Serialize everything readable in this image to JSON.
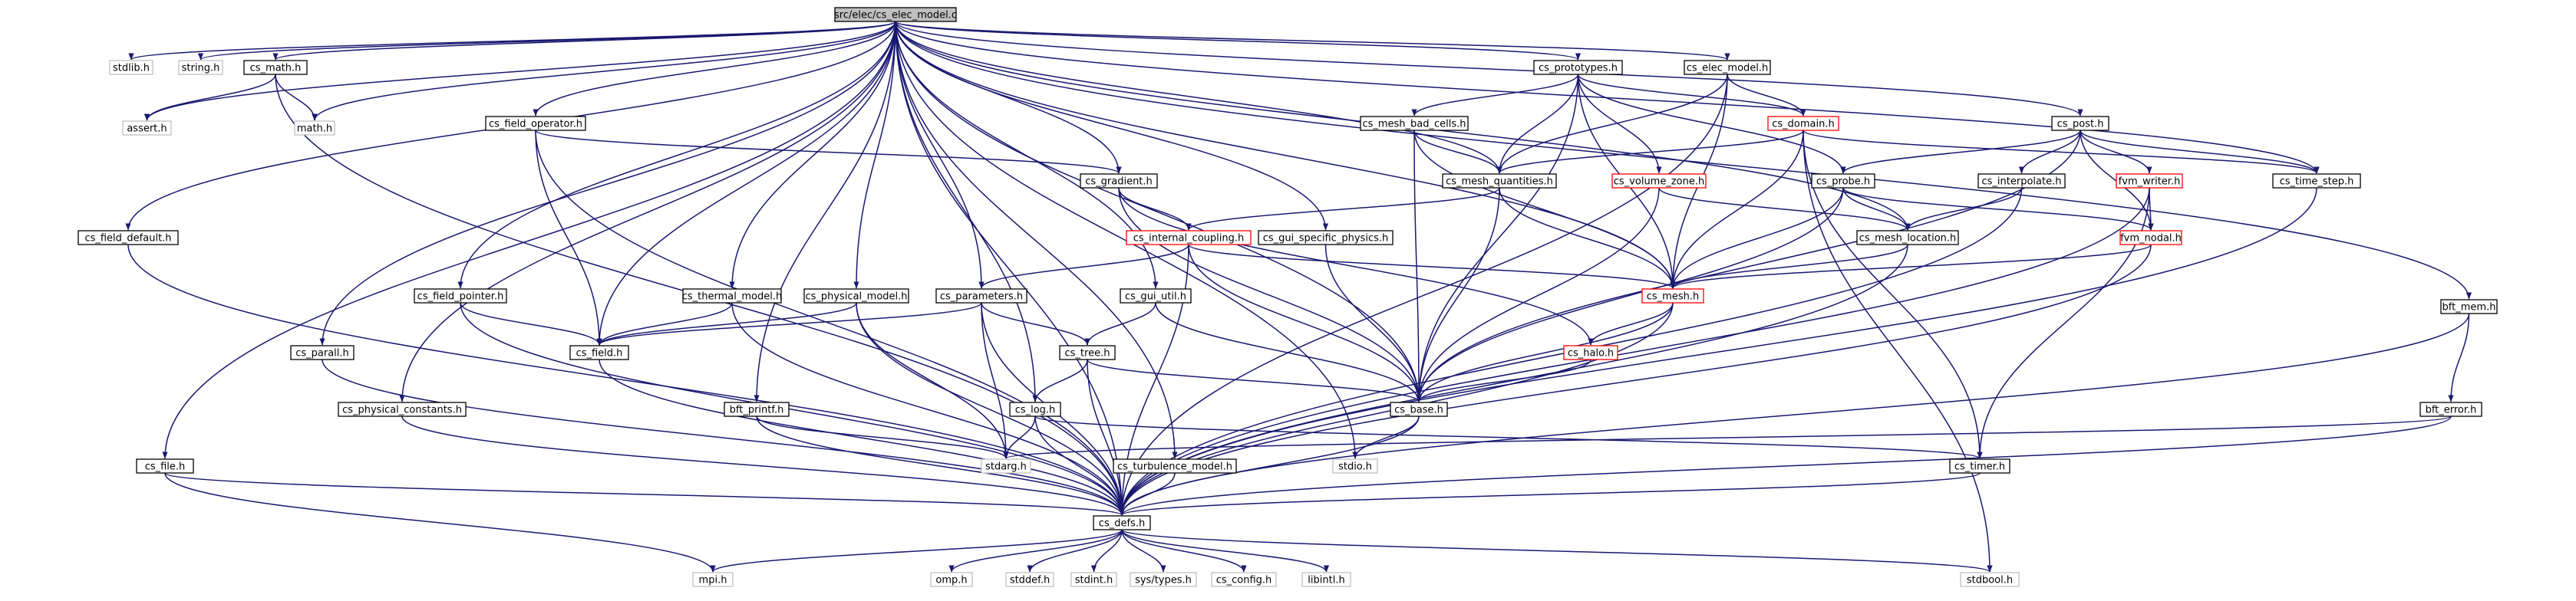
{
  "diagram": {
    "kind": "include-dependency-graph",
    "edge_color": "#191970",
    "node_border_colors": {
      "normal": "#000000",
      "truncated": "#ff0000",
      "external": "#bfbfbf"
    },
    "root_fill": "#bfbfbf",
    "nodes": [
      {
        "id": "root",
        "label": "src/elec/cs_elec_model.c",
        "style": "root"
      },
      {
        "id": "stdlib",
        "label": "stdlib.h",
        "style": "external"
      },
      {
        "id": "string",
        "label": "string.h",
        "style": "external"
      },
      {
        "id": "cs_math",
        "label": "cs_math.h",
        "style": "normal"
      },
      {
        "id": "assert",
        "label": "assert.h",
        "style": "external"
      },
      {
        "id": "math",
        "label": "math.h",
        "style": "external"
      },
      {
        "id": "cs_field_operator",
        "label": "cs_field_operator.h",
        "style": "normal"
      },
      {
        "id": "cs_prototypes",
        "label": "cs_prototypes.h",
        "style": "normal"
      },
      {
        "id": "cs_elec_model",
        "label": "cs_elec_model.h",
        "style": "normal"
      },
      {
        "id": "cs_mesh_bad_cells",
        "label": "cs_mesh_bad_cells.h",
        "style": "normal"
      },
      {
        "id": "cs_domain",
        "label": "cs_domain.h",
        "style": "truncated"
      },
      {
        "id": "cs_post",
        "label": "cs_post.h",
        "style": "normal"
      },
      {
        "id": "cs_gradient",
        "label": "cs_gradient.h",
        "style": "normal"
      },
      {
        "id": "cs_mesh_quantities",
        "label": "cs_mesh_quantities.h",
        "style": "normal"
      },
      {
        "id": "cs_volume_zone",
        "label": "cs_volume_zone.h",
        "style": "truncated"
      },
      {
        "id": "cs_probe",
        "label": "cs_probe.h",
        "style": "normal"
      },
      {
        "id": "cs_interpolate",
        "label": "cs_interpolate.h",
        "style": "normal"
      },
      {
        "id": "fvm_writer",
        "label": "fvm_writer.h",
        "style": "truncated"
      },
      {
        "id": "cs_time_step",
        "label": "cs_time_step.h",
        "style": "normal"
      },
      {
        "id": "cs_field_default",
        "label": "cs_field_default.h",
        "style": "normal"
      },
      {
        "id": "cs_internal_coupling",
        "label": "cs_internal_coupling.h",
        "style": "truncated"
      },
      {
        "id": "cs_gui_specific_physics",
        "label": "cs_gui_specific_physics.h",
        "style": "normal"
      },
      {
        "id": "cs_mesh_location",
        "label": "cs_mesh_location.h",
        "style": "normal"
      },
      {
        "id": "fvm_nodal",
        "label": "fvm_nodal.h",
        "style": "truncated"
      },
      {
        "id": "cs_field_pointer",
        "label": "cs_field_pointer.h",
        "style": "normal"
      },
      {
        "id": "cs_thermal_model",
        "label": "cs_thermal_model.h",
        "style": "normal"
      },
      {
        "id": "cs_physical_model",
        "label": "cs_physical_model.h",
        "style": "normal"
      },
      {
        "id": "cs_parameters",
        "label": "cs_parameters.h",
        "style": "normal"
      },
      {
        "id": "cs_gui_util",
        "label": "cs_gui_util.h",
        "style": "normal"
      },
      {
        "id": "cs_mesh",
        "label": "cs_mesh.h",
        "style": "truncated"
      },
      {
        "id": "bft_mem",
        "label": "bft_mem.h",
        "style": "normal"
      },
      {
        "id": "cs_parall",
        "label": "cs_parall.h",
        "style": "normal"
      },
      {
        "id": "cs_field",
        "label": "cs_field.h",
        "style": "normal"
      },
      {
        "id": "cs_tree",
        "label": "cs_tree.h",
        "style": "normal"
      },
      {
        "id": "cs_halo",
        "label": "cs_halo.h",
        "style": "truncated"
      },
      {
        "id": "cs_physical_constants",
        "label": "cs_physical_constants.h",
        "style": "normal"
      },
      {
        "id": "bft_printf",
        "label": "bft_printf.h",
        "style": "normal"
      },
      {
        "id": "cs_log",
        "label": "cs_log.h",
        "style": "normal"
      },
      {
        "id": "cs_base",
        "label": "cs_base.h",
        "style": "normal"
      },
      {
        "id": "bft_error",
        "label": "bft_error.h",
        "style": "normal"
      },
      {
        "id": "stdarg",
        "label": "stdarg.h",
        "style": "external"
      },
      {
        "id": "stdio",
        "label": "stdio.h",
        "style": "external"
      },
      {
        "id": "cs_file",
        "label": "cs_file.h",
        "style": "normal"
      },
      {
        "id": "cs_turbulence_model",
        "label": "cs_turbulence_model.h",
        "style": "normal"
      },
      {
        "id": "cs_timer",
        "label": "cs_timer.h",
        "style": "normal"
      },
      {
        "id": "cs_defs",
        "label": "cs_defs.h",
        "style": "normal"
      },
      {
        "id": "mpi",
        "label": "mpi.h",
        "style": "external"
      },
      {
        "id": "omp",
        "label": "omp.h",
        "style": "external"
      },
      {
        "id": "stddef",
        "label": "stddef.h",
        "style": "external"
      },
      {
        "id": "stdint",
        "label": "stdint.h",
        "style": "external"
      },
      {
        "id": "sys_types",
        "label": "sys/types.h",
        "style": "external"
      },
      {
        "id": "cs_config",
        "label": "cs_config.h",
        "style": "external"
      },
      {
        "id": "libintl",
        "label": "libintl.h",
        "style": "external"
      },
      {
        "id": "stdbool",
        "label": "stdbool.h",
        "style": "external"
      }
    ],
    "edges": [
      [
        "root",
        "stdlib"
      ],
      [
        "root",
        "string"
      ],
      [
        "root",
        "cs_math"
      ],
      [
        "root",
        "assert"
      ],
      [
        "root",
        "math"
      ],
      [
        "root",
        "cs_field_operator"
      ],
      [
        "root",
        "cs_prototypes"
      ],
      [
        "root",
        "cs_elec_model"
      ],
      [
        "root",
        "cs_post"
      ],
      [
        "root",
        "cs_gradient"
      ],
      [
        "root",
        "cs_mesh_quantities"
      ],
      [
        "root",
        "cs_time_step"
      ],
      [
        "root",
        "cs_field_default"
      ],
      [
        "root",
        "cs_gui_specific_physics"
      ],
      [
        "root",
        "cs_mesh_location"
      ],
      [
        "root",
        "cs_field_pointer"
      ],
      [
        "root",
        "cs_thermal_model"
      ],
      [
        "root",
        "cs_physical_model"
      ],
      [
        "root",
        "cs_parameters"
      ],
      [
        "root",
        "cs_gui_util"
      ],
      [
        "root",
        "cs_mesh"
      ],
      [
        "root",
        "bft_mem"
      ],
      [
        "root",
        "cs_parall"
      ],
      [
        "root",
        "cs_field"
      ],
      [
        "root",
        "cs_physical_constants"
      ],
      [
        "root",
        "bft_printf"
      ],
      [
        "root",
        "cs_log"
      ],
      [
        "root",
        "cs_base"
      ],
      [
        "root",
        "stdio"
      ],
      [
        "root",
        "cs_file"
      ],
      [
        "root",
        "cs_turbulence_model"
      ],
      [
        "root",
        "cs_defs"
      ],
      [
        "cs_math",
        "assert"
      ],
      [
        "cs_math",
        "math"
      ],
      [
        "cs_math",
        "cs_defs"
      ],
      [
        "cs_field_operator",
        "cs_gradient"
      ],
      [
        "cs_field_operator",
        "cs_field"
      ],
      [
        "cs_field_operator",
        "cs_defs"
      ],
      [
        "cs_prototypes",
        "cs_domain"
      ],
      [
        "cs_prototypes",
        "cs_mesh_bad_cells"
      ],
      [
        "cs_prototypes",
        "cs_mesh_quantities"
      ],
      [
        "cs_prototypes",
        "cs_volume_zone"
      ],
      [
        "cs_prototypes",
        "cs_probe"
      ],
      [
        "cs_prototypes",
        "cs_mesh"
      ],
      [
        "cs_prototypes",
        "cs_base"
      ],
      [
        "cs_elec_model",
        "cs_domain"
      ],
      [
        "cs_elec_model",
        "cs_mesh_quantities"
      ],
      [
        "cs_elec_model",
        "cs_mesh"
      ],
      [
        "cs_elec_model",
        "cs_defs"
      ],
      [
        "cs_mesh_bad_cells",
        "cs_mesh_quantities"
      ],
      [
        "cs_mesh_bad_cells",
        "cs_mesh"
      ],
      [
        "cs_mesh_bad_cells",
        "cs_base"
      ],
      [
        "cs_domain",
        "cs_mesh_quantities"
      ],
      [
        "cs_domain",
        "cs_time_step"
      ],
      [
        "cs_domain",
        "cs_mesh"
      ],
      [
        "cs_domain",
        "cs_timer"
      ],
      [
        "cs_domain",
        "stdbool"
      ],
      [
        "cs_post",
        "cs_probe"
      ],
      [
        "cs_post",
        "cs_interpolate"
      ],
      [
        "cs_post",
        "fvm_writer"
      ],
      [
        "cs_post",
        "cs_time_step"
      ],
      [
        "cs_post",
        "fvm_nodal"
      ],
      [
        "cs_post",
        "cs_base"
      ],
      [
        "cs_gradient",
        "cs_internal_coupling"
      ],
      [
        "cs_gradient",
        "cs_halo"
      ],
      [
        "cs_gradient",
        "cs_base"
      ],
      [
        "cs_mesh_quantities",
        "cs_internal_coupling"
      ],
      [
        "cs_mesh_quantities",
        "cs_mesh"
      ],
      [
        "cs_mesh_quantities",
        "cs_base"
      ],
      [
        "cs_volume_zone",
        "cs_mesh_location"
      ],
      [
        "cs_volume_zone",
        "cs_base"
      ],
      [
        "cs_probe",
        "cs_mesh_location"
      ],
      [
        "cs_probe",
        "fvm_nodal"
      ],
      [
        "cs_probe",
        "cs_mesh"
      ],
      [
        "cs_probe",
        "cs_base"
      ],
      [
        "cs_interpolate",
        "cs_mesh_location"
      ],
      [
        "cs_interpolate",
        "cs_defs"
      ],
      [
        "fvm_writer",
        "fvm_nodal"
      ],
      [
        "fvm_writer",
        "cs_timer"
      ],
      [
        "fvm_writer",
        "cs_defs"
      ],
      [
        "cs_time_step",
        "cs_defs"
      ],
      [
        "cs_field_default",
        "cs_defs"
      ],
      [
        "cs_internal_coupling",
        "cs_parameters"
      ],
      [
        "cs_internal_coupling",
        "cs_mesh"
      ],
      [
        "cs_internal_coupling",
        "cs_base"
      ],
      [
        "cs_internal_coupling",
        "cs_defs"
      ],
      [
        "cs_gui_specific_physics",
        "cs_base"
      ],
      [
        "cs_mesh_location",
        "cs_mesh"
      ],
      [
        "cs_mesh_location",
        "cs_defs"
      ],
      [
        "fvm_nodal",
        "cs_mesh"
      ],
      [
        "fvm_nodal",
        "cs_defs"
      ],
      [
        "cs_field_pointer",
        "cs_field"
      ],
      [
        "cs_field_pointer",
        "cs_defs"
      ],
      [
        "cs_thermal_model",
        "cs_field"
      ],
      [
        "cs_thermal_model",
        "cs_defs"
      ],
      [
        "cs_physical_model",
        "cs_field"
      ],
      [
        "cs_physical_model",
        "stdarg"
      ],
      [
        "cs_physical_model",
        "cs_defs"
      ],
      [
        "cs_parameters",
        "cs_field"
      ],
      [
        "cs_parameters",
        "cs_tree"
      ],
      [
        "cs_parameters",
        "stdarg"
      ],
      [
        "cs_parameters",
        "cs_defs"
      ],
      [
        "cs_gui_util",
        "cs_tree"
      ],
      [
        "cs_gui_util",
        "cs_base"
      ],
      [
        "cs_mesh",
        "cs_halo"
      ],
      [
        "cs_mesh",
        "cs_base"
      ],
      [
        "cs_mesh",
        "cs_defs"
      ],
      [
        "bft_mem",
        "bft_error"
      ],
      [
        "bft_mem",
        "cs_defs"
      ],
      [
        "cs_parall",
        "cs_defs"
      ],
      [
        "cs_field",
        "cs_defs"
      ],
      [
        "cs_tree",
        "cs_log"
      ],
      [
        "cs_tree",
        "cs_base"
      ],
      [
        "cs_tree",
        "cs_defs"
      ],
      [
        "cs_halo",
        "cs_base"
      ],
      [
        "cs_physical_constants",
        "cs_defs"
      ],
      [
        "bft_printf",
        "stdarg"
      ],
      [
        "bft_printf",
        "cs_defs"
      ],
      [
        "cs_log",
        "stdarg"
      ],
      [
        "cs_log",
        "cs_timer"
      ],
      [
        "cs_log",
        "cs_defs"
      ],
      [
        "cs_base",
        "stdio"
      ],
      [
        "cs_base",
        "cs_defs"
      ],
      [
        "bft_error",
        "stdarg"
      ],
      [
        "bft_error",
        "cs_defs"
      ],
      [
        "cs_file",
        "mpi"
      ],
      [
        "cs_file",
        "cs_defs"
      ],
      [
        "cs_turbulence_model",
        "cs_defs"
      ],
      [
        "cs_timer",
        "cs_defs"
      ],
      [
        "cs_defs",
        "mpi"
      ],
      [
        "cs_defs",
        "omp"
      ],
      [
        "cs_defs",
        "stddef"
      ],
      [
        "cs_defs",
        "stdint"
      ],
      [
        "cs_defs",
        "sys_types"
      ],
      [
        "cs_defs",
        "cs_config"
      ],
      [
        "cs_defs",
        "libintl"
      ],
      [
        "cs_defs",
        "stdbool"
      ]
    ]
  }
}
